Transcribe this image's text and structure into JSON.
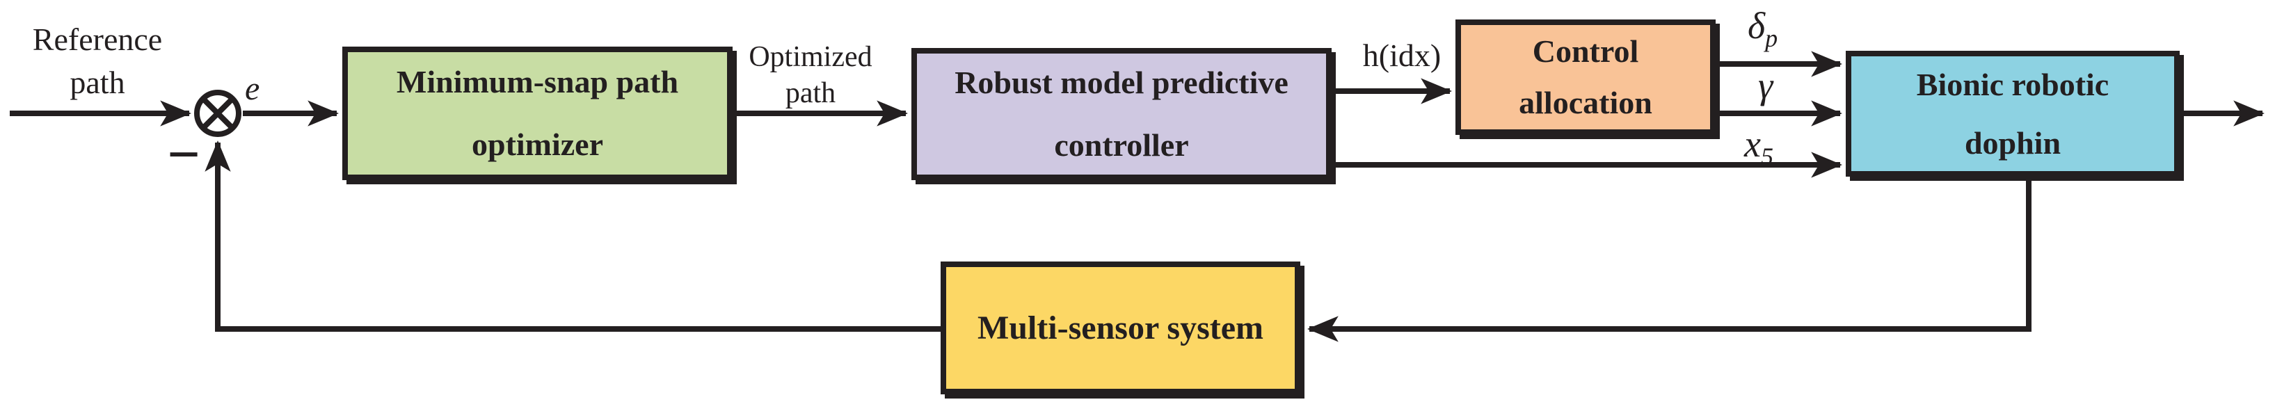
{
  "diagram": {
    "colors": {
      "ink": "#231f20",
      "optimizer_fill": "#c8dda4",
      "controller_fill": "#cfc8e1",
      "allocation_fill": "#f9c397",
      "dolphin_fill": "#8dd2e2",
      "sensor_fill": "#fcd765"
    },
    "boxes": {
      "optimizer": {
        "line1": "Minimum-snap path",
        "line2": "optimizer"
      },
      "controller": {
        "line1": "Robust model predictive",
        "line2": "controller"
      },
      "allocation": {
        "line1": "Control",
        "line2": "allocation"
      },
      "dolphin": {
        "line1": "Bionic robotic",
        "line2": "dophin"
      },
      "sensor": {
        "line1": "Multi-sensor system"
      }
    },
    "labels": {
      "reference_line1": "Reference",
      "reference_line2": "path",
      "minus": "−",
      "error": "e",
      "optimized_line1": "Optimized",
      "optimized_line2": "path",
      "h_idx": "h(idx)",
      "delta_base": "δ",
      "delta_sub": "p",
      "gamma": "γ",
      "x_base": "x",
      "x_sub": "5"
    }
  }
}
